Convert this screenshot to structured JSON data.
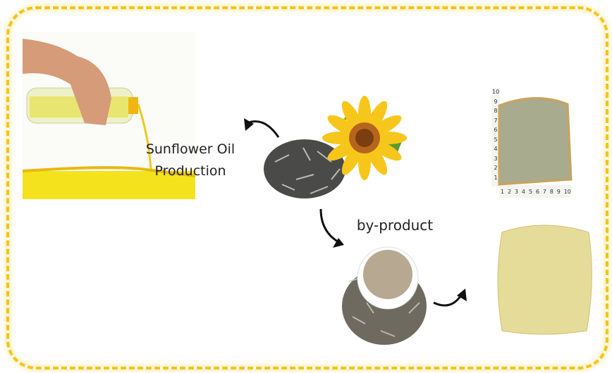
{
  "oil_label": {
    "line1": "Sunflower Oil",
    "line2": "Production"
  },
  "byproduct_label": "by-product",
  "ruler": {
    "vertical": [
      "10",
      "9",
      "8",
      "7",
      "6",
      "5",
      "4",
      "3",
      "2",
      "1"
    ],
    "horizontal": [
      "1",
      "2",
      "3",
      "4",
      "5",
      "6",
      "7",
      "8",
      "9",
      "10"
    ]
  },
  "colors": {
    "frame": "#f7c21a",
    "oil": "#f4e21c",
    "petal": "#f7c61a",
    "bread_crumb": "#a9ab8e",
    "loaf": "#e6dc9a"
  }
}
